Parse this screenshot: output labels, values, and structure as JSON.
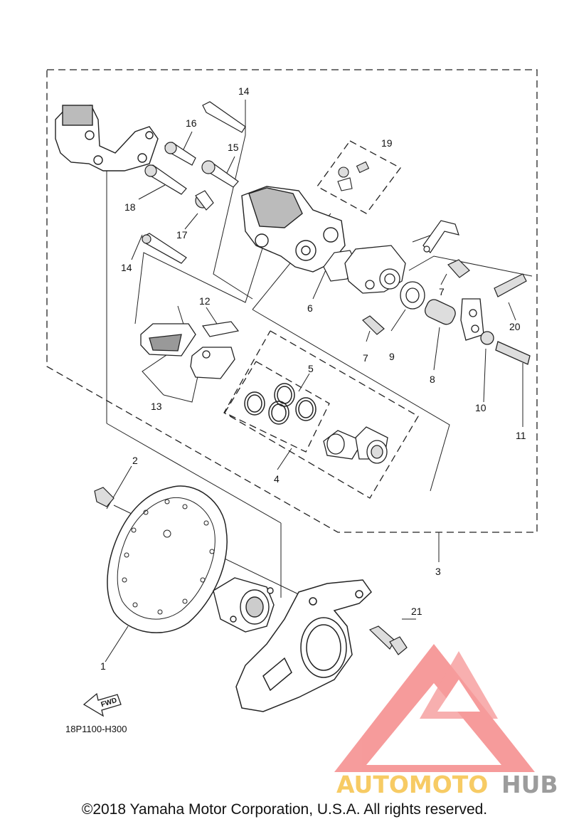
{
  "diagram": {
    "part_code": "18P1100-H300",
    "fwd_label": "FWD",
    "callouts": [
      "1",
      "2",
      "3",
      "4",
      "5",
      "6",
      "7",
      "8",
      "9",
      "10",
      "11",
      "12",
      "13",
      "14",
      "15",
      "16",
      "17",
      "18",
      "19",
      "20",
      "21"
    ]
  },
  "watermark": {
    "word_a": "AUTOMOTO",
    "word_b": "HUB",
    "color_a": "#f6c34a",
    "color_b": "#8b8b8b",
    "logo_color": "#ef4a4a"
  },
  "footer": {
    "copyright": "©2018 Yamaha Motor Corporation, U.S.A. All rights reserved."
  }
}
